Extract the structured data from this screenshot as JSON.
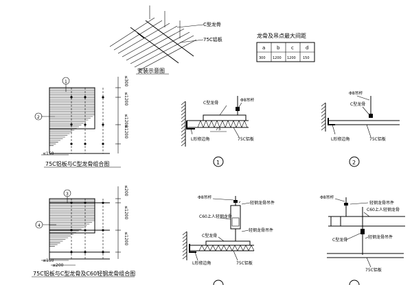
{
  "install": {
    "label_c_keel": "C型龙骨",
    "label_panel": "75C铝板",
    "caption": "安装示意图"
  },
  "spacing_table": {
    "title": "龙骨及吊点最大间距",
    "headers": [
      "a",
      "b",
      "c",
      "d"
    ],
    "values": [
      "300",
      "1200",
      "1200",
      "150"
    ]
  },
  "plan1": {
    "circle_top": "1",
    "circle_left": "2",
    "dim_top": "≤300",
    "dim_mid1": "≤1200",
    "dim_mid2": "≤1200",
    "dim_mid3": "≤1200",
    "dim_bottom": "≤150",
    "caption": "75C铝板与C型龙骨组合图"
  },
  "plan2": {
    "circle_top": "3",
    "circle_left": "4",
    "dim_top": "≤200",
    "dim_mid1": "≤1200",
    "dim_mid2": "≤1200",
    "dim_bottom1": "≤150",
    "dim_bottom2": "≤200",
    "caption": "75C铝板与C型龙骨及C60轻钢龙骨组合图"
  },
  "detail1": {
    "label_c_keel": "C型龙骨",
    "label_rod": "Φ8吊杆",
    "label_dim": "75",
    "label_edge": "L形修边角",
    "label_panel": "75C铝板",
    "number": "1"
  },
  "detail2": {
    "label_rod": "Φ8吊杆",
    "label_c_keel": "C型龙骨",
    "label_edge": "L形修边角",
    "label_panel": "75C铝板",
    "number": "2"
  },
  "detail3": {
    "label_rod": "Φ8吊杆",
    "label_hanger": "轻钢龙骨吊件",
    "label_c60": "C60上人轻钢龙骨",
    "label_hanger2": "轻钢龙骨吊件",
    "label_c_keel": "C型龙骨",
    "label_edge": "L形修边角",
    "label_panel": "75C铝板"
  },
  "detail4": {
    "label_rod": "Φ8吊杆",
    "label_hanger": "轻钢龙骨吊件",
    "label_c60": "C60上人轻钢龙骨",
    "label_c_keel": "C型龙骨",
    "label_hanger2": "轻钢龙骨吊件",
    "label_panel": "75C铝板"
  }
}
